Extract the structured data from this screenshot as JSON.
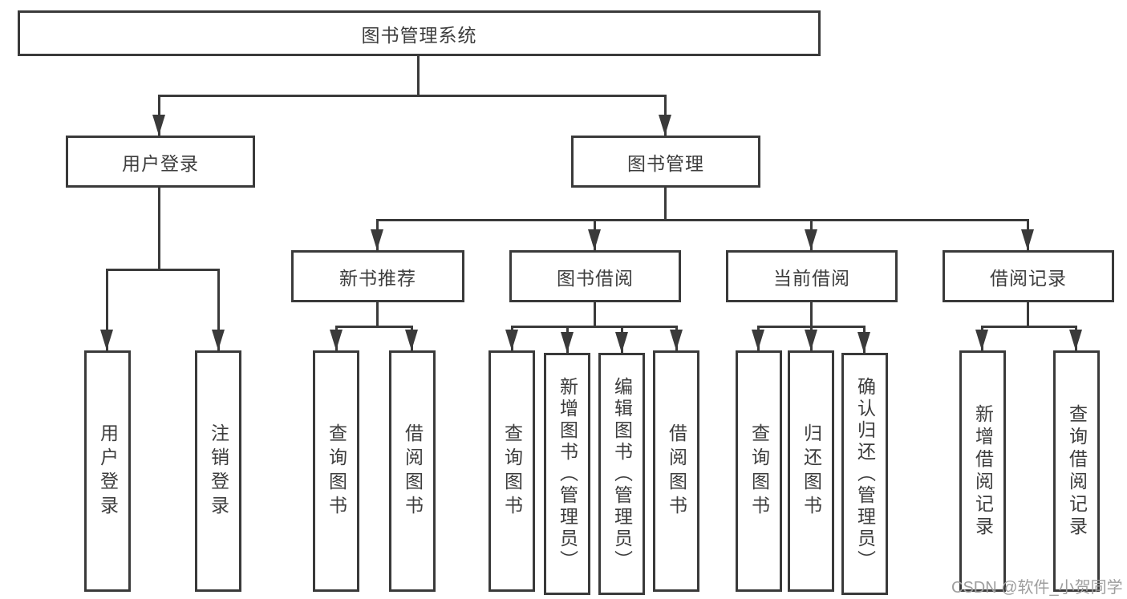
{
  "diagram_type": "hierarchy-tree",
  "tree": {
    "label": "图书管理系统",
    "children": [
      {
        "label": "用户登录",
        "children": [
          {
            "label": "用户登录"
          },
          {
            "label": "注销登录"
          }
        ]
      },
      {
        "label": "图书管理",
        "children": [
          {
            "label": "新书推荐",
            "children": [
              {
                "label": "查询图书"
              },
              {
                "label": "借阅图书"
              }
            ]
          },
          {
            "label": "图书借阅",
            "children": [
              {
                "label": "查询图书"
              },
              {
                "label": "新增图书（管理员）"
              },
              {
                "label": "编辑图书（管理员）"
              },
              {
                "label": "借阅图书"
              }
            ]
          },
          {
            "label": "当前借阅",
            "children": [
              {
                "label": "查询图书"
              },
              {
                "label": "归还图书"
              },
              {
                "label": "确认归还（管理员）"
              }
            ]
          },
          {
            "label": "借阅记录",
            "children": [
              {
                "label": "新增借阅记录"
              },
              {
                "label": "查询借阅记录"
              }
            ]
          }
        ]
      }
    ]
  },
  "colors": {
    "line": "#3a3a3a",
    "border": "#3a3a3a",
    "text": "#3d3d3d",
    "watermark": "#9e9e9e",
    "background": "#ffffff"
  },
  "watermark": {
    "text": "CSDN @软件_小贺同学"
  }
}
